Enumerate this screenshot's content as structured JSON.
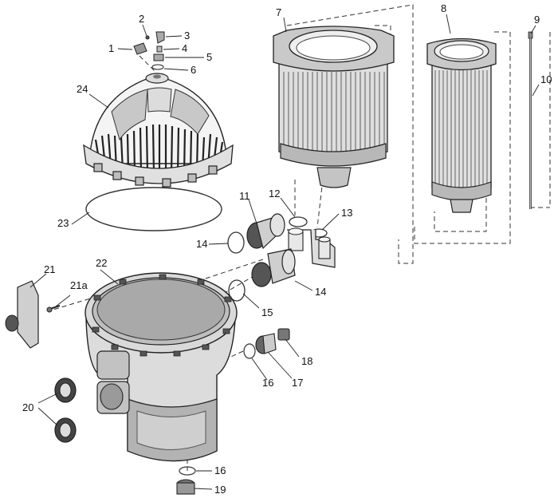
{
  "callouts": [
    {
      "num": "1"
    },
    {
      "num": "2"
    },
    {
      "num": "3"
    },
    {
      "num": "4"
    },
    {
      "num": "5"
    },
    {
      "num": "6"
    },
    {
      "num": "7"
    },
    {
      "num": "8"
    },
    {
      "num": "9"
    },
    {
      "num": "10"
    },
    {
      "num": "11"
    },
    {
      "num": "12"
    },
    {
      "num": "13"
    },
    {
      "num": "14"
    },
    {
      "num": "14"
    },
    {
      "num": "15"
    },
    {
      "num": "16"
    },
    {
      "num": "16"
    },
    {
      "num": "17"
    },
    {
      "num": "18"
    },
    {
      "num": "19"
    },
    {
      "num": "20"
    },
    {
      "num": "21"
    },
    {
      "num": "21a"
    },
    {
      "num": "22"
    },
    {
      "num": "23"
    },
    {
      "num": "24"
    }
  ],
  "colors": {
    "line": "#222222",
    "shade_dark": "#9a9a9a",
    "shade_mid": "#c8c8c8",
    "shade_light": "#e6e6e6",
    "background": "#ffffff"
  }
}
